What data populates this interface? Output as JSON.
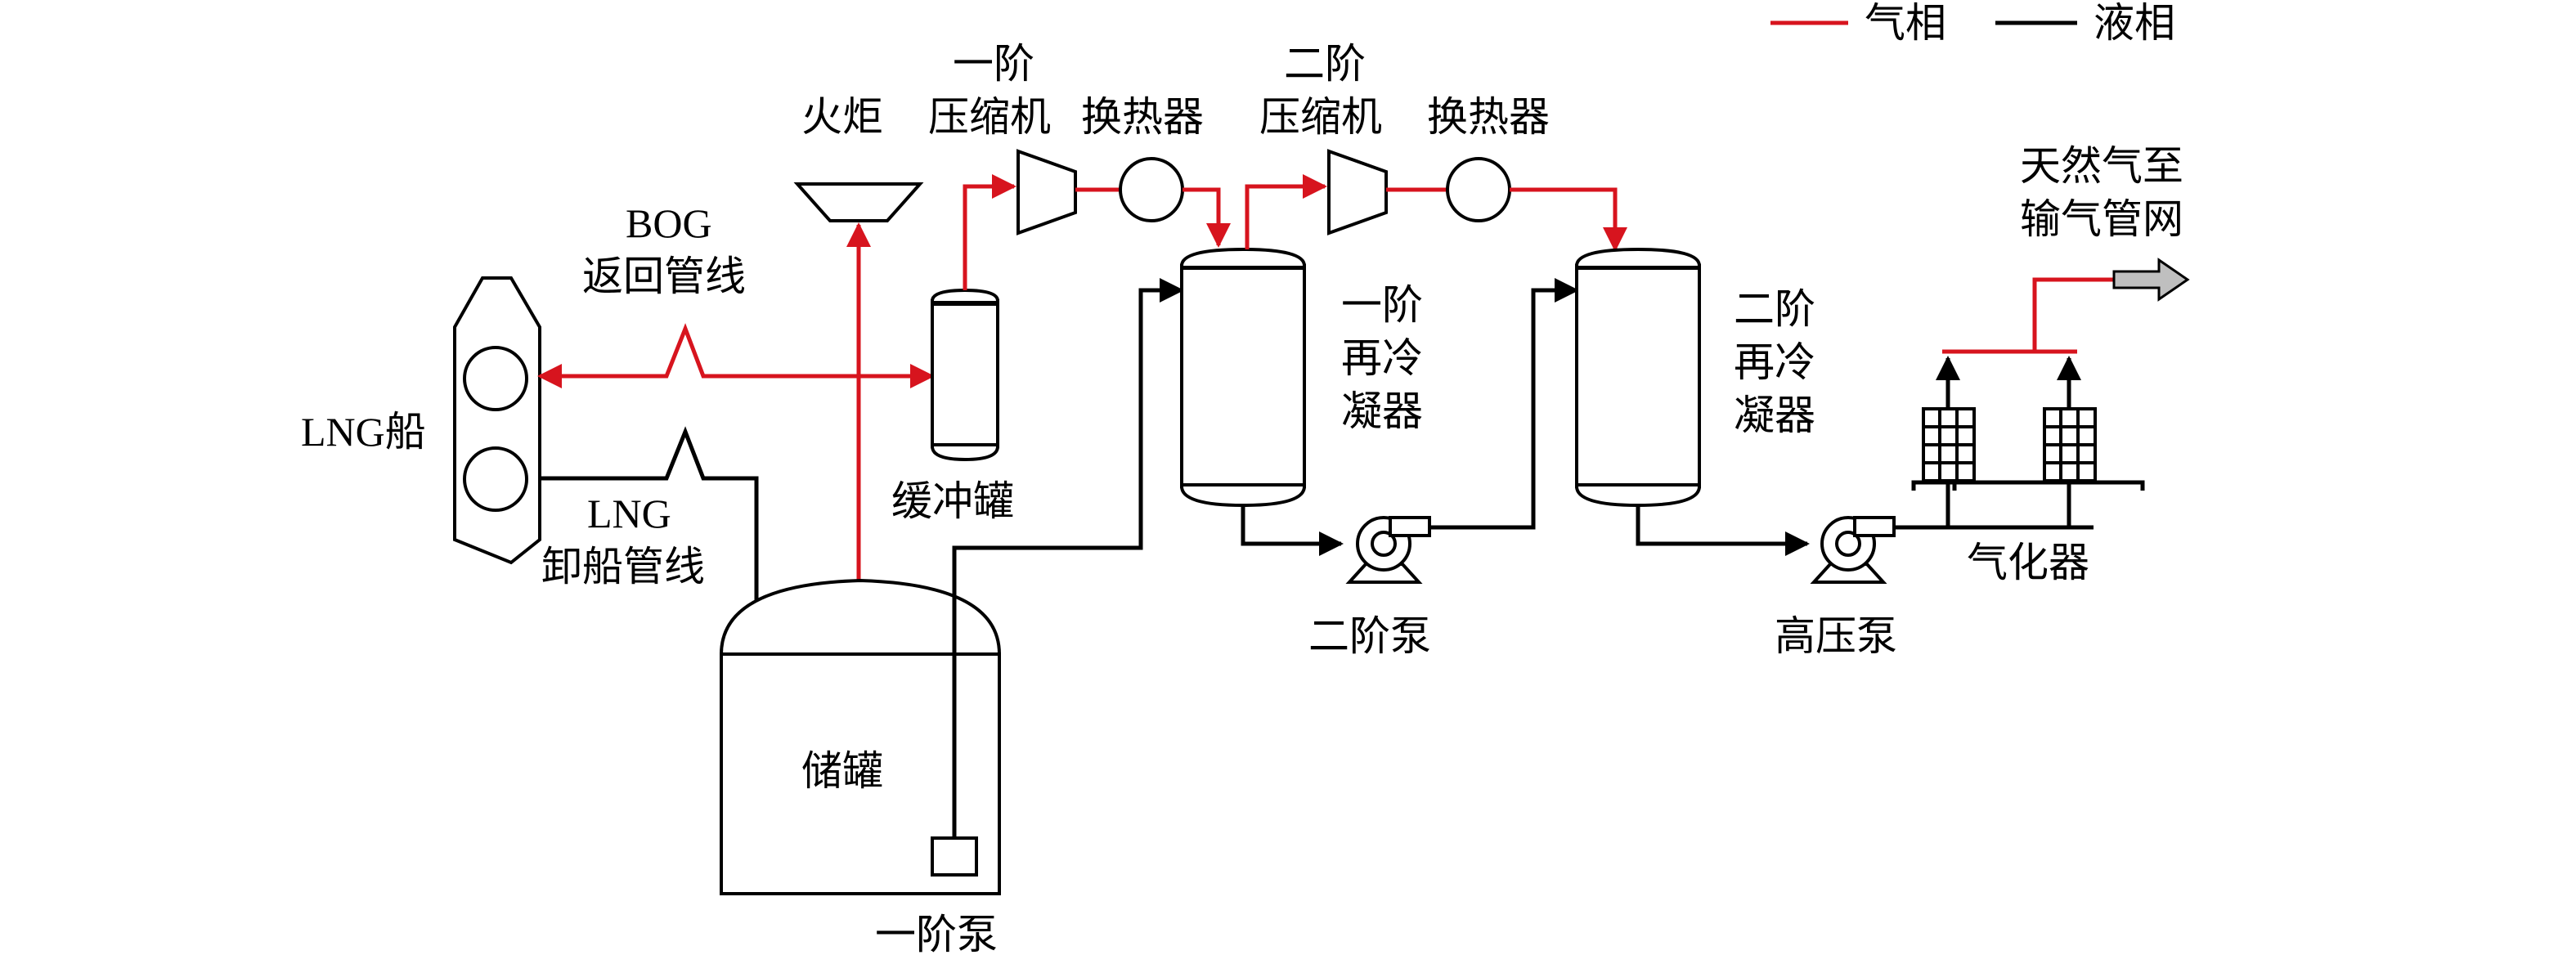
{
  "legend": {
    "gas_label": "气相",
    "liquid_label": "液相",
    "gas_color": "#d7141e",
    "liquid_color": "#000000"
  },
  "labels": {
    "lng_ship": "LNG船",
    "bog_line_1": "BOG",
    "bog_line_2": "返回管线",
    "lng_unload_1": "LNG",
    "lng_unload_2": "卸船管线",
    "flare": "火炬",
    "buffer_tank": "缓冲罐",
    "compressor1_1": "一阶",
    "compressor1_2": "压缩机",
    "heat_exchanger1": "换热器",
    "compressor2_1": "二阶",
    "compressor2_2": "压缩机",
    "heat_exchanger2": "换热器",
    "recondenser1_1": "一阶",
    "recondenser1_2": "再冷",
    "recondenser1_3": "凝器",
    "recondenser2_1": "二阶",
    "recondenser2_2": "再冷",
    "recondenser2_3": "凝器",
    "pump2": "二阶泵",
    "hp_pump": "高压泵",
    "vaporizer": "气化器",
    "pipeline_1": "天然气至",
    "pipeline_2": "输气管网",
    "storage_tank": "储罐",
    "pump1": "一阶泵"
  }
}
